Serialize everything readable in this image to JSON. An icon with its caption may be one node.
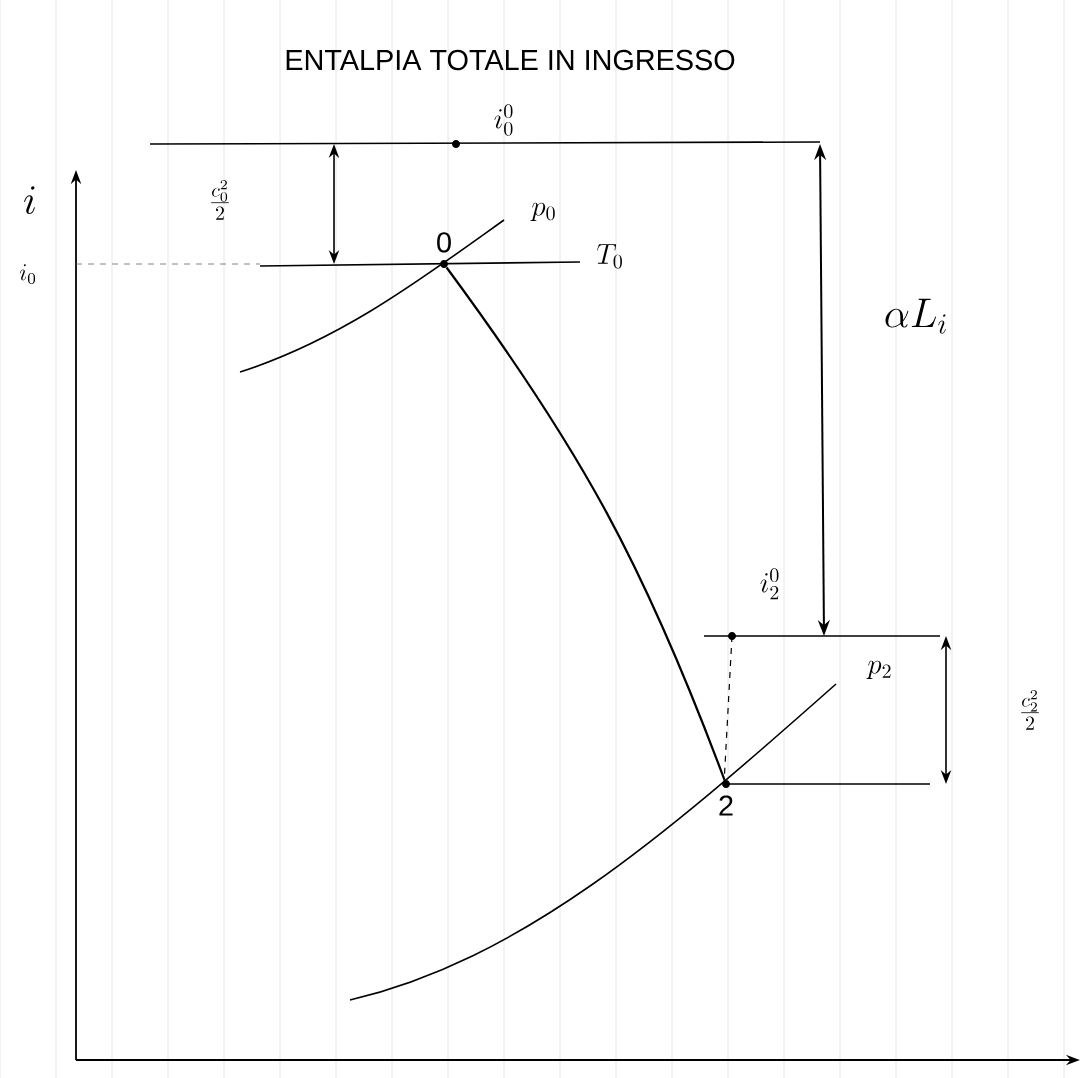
{
  "diagram": {
    "title": "ENTALPIA TOTALE IN INGRESSO",
    "nodes": [
      {
        "text": [
          "0"
        ]
      },
      {
        "text": [
          "2"
        ]
      }
    ],
    "edges": [
      {
        "from": 0,
        "to": 1,
        "arrow": "none"
      }
    ],
    "labels": [
      "i",
      "i_0",
      "\\frac{c_0^2}{2}",
      "i_0^0",
      "p_0",
      "T_0",
      "\\alpha L_i",
      "i_2^0",
      "p_2",
      "\\frac{c_2^2}{2}"
    ]
  }
}
